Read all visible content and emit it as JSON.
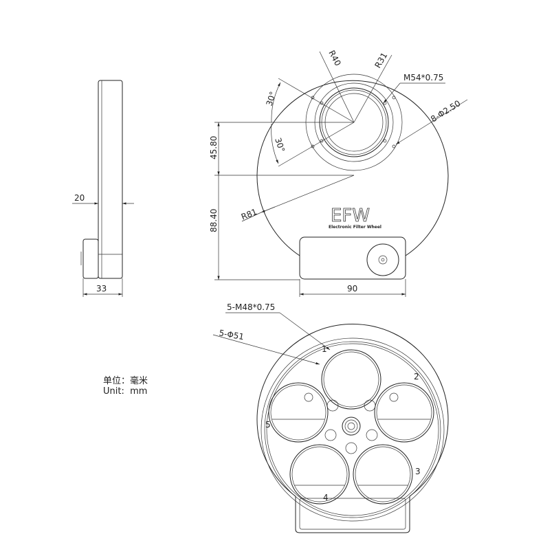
{
  "side_view": {
    "thickness_label": "20",
    "depth_label": "33"
  },
  "front_view": {
    "r40_label": "R40",
    "r31_label": "R31",
    "thread_label": "M54*0.75",
    "angle_top_label": "30°",
    "angle_bottom_label": "30°",
    "holes_label": "8-Φ2.50",
    "height_upper_label": "45.80",
    "height_lower_label": "88.40",
    "radius_label": "R81",
    "width_label": "90",
    "logo_text": "EFW",
    "logo_subtitle": "Electronic Filter Wheel"
  },
  "wheel_view": {
    "thread_label": "5-M48*0.75",
    "diameter_label": "5-Φ51",
    "slot_numbers": [
      "1",
      "2",
      "3",
      "4",
      "5"
    ]
  },
  "units": {
    "chinese": "单位：毫米",
    "english": "Unit:  mm"
  }
}
